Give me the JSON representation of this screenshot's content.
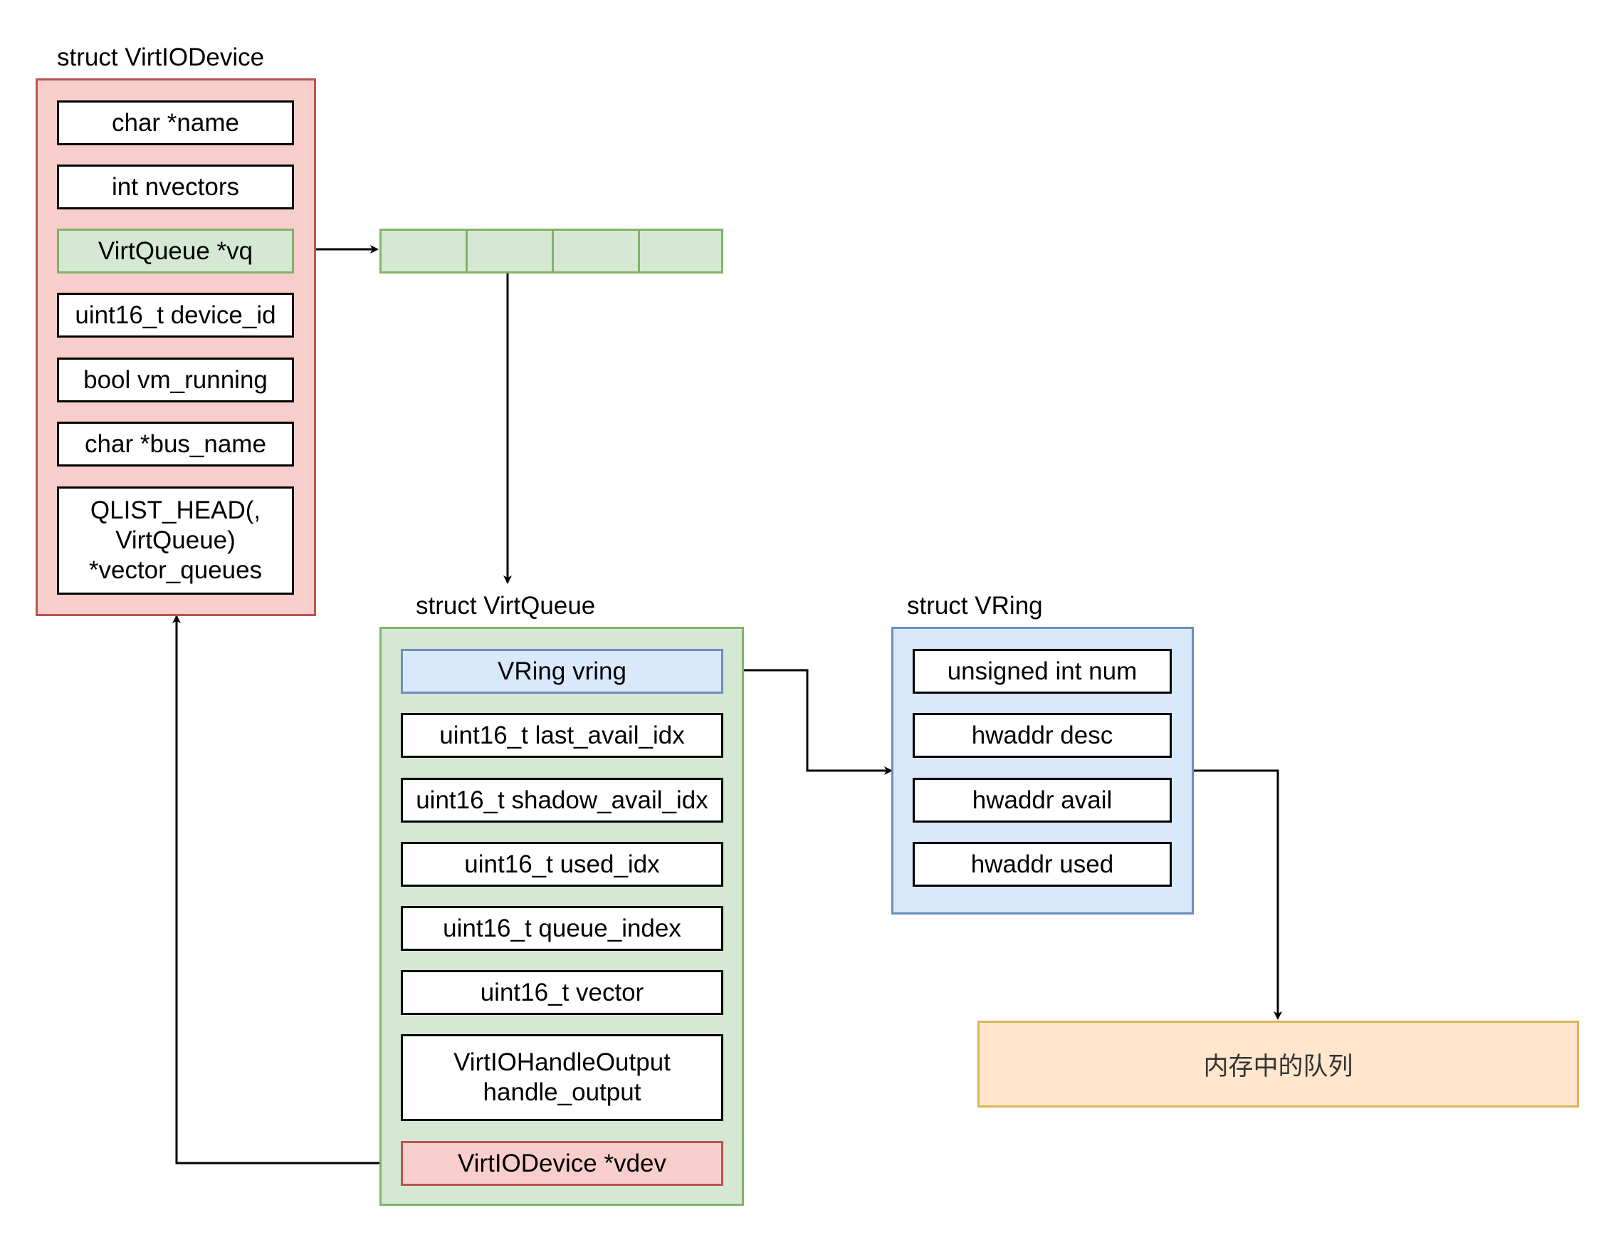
{
  "virtio_device": {
    "title": "struct VirtIODevice",
    "fields": [
      "char *name",
      "int nvectors",
      "VirtQueue *vq",
      "uint16_t device_id",
      "bool vm_running",
      "char *bus_name",
      "QLIST_HEAD(,\nVirtQueue)\n*vector_queues"
    ]
  },
  "virt_queue": {
    "title": "struct VirtQueue",
    "fields": [
      "VRing vring",
      "uint16_t last_avail_idx",
      "uint16_t shadow_avail_idx",
      "uint16_t used_idx",
      "uint16_t queue_index",
      "uint16_t vector",
      "VirtIOHandleOutput\nhandle_output",
      "VirtIODevice *vdev"
    ]
  },
  "vring": {
    "title": "struct VRing",
    "fields": [
      "unsigned int num",
      "hwaddr desc",
      "hwaddr avail",
      "hwaddr used"
    ]
  },
  "memory_queue": {
    "label": "内存中的队列"
  },
  "colors": {
    "pink_fill": "#f8cecc",
    "pink_stroke": "#b85450",
    "green_fill": "#d5e8d4",
    "green_stroke": "#82b366",
    "blue_fill": "#dae8fc",
    "blue_stroke": "#6c8ebf",
    "orange_fill": "#ffe6cc",
    "orange_stroke": "#d6b656"
  }
}
